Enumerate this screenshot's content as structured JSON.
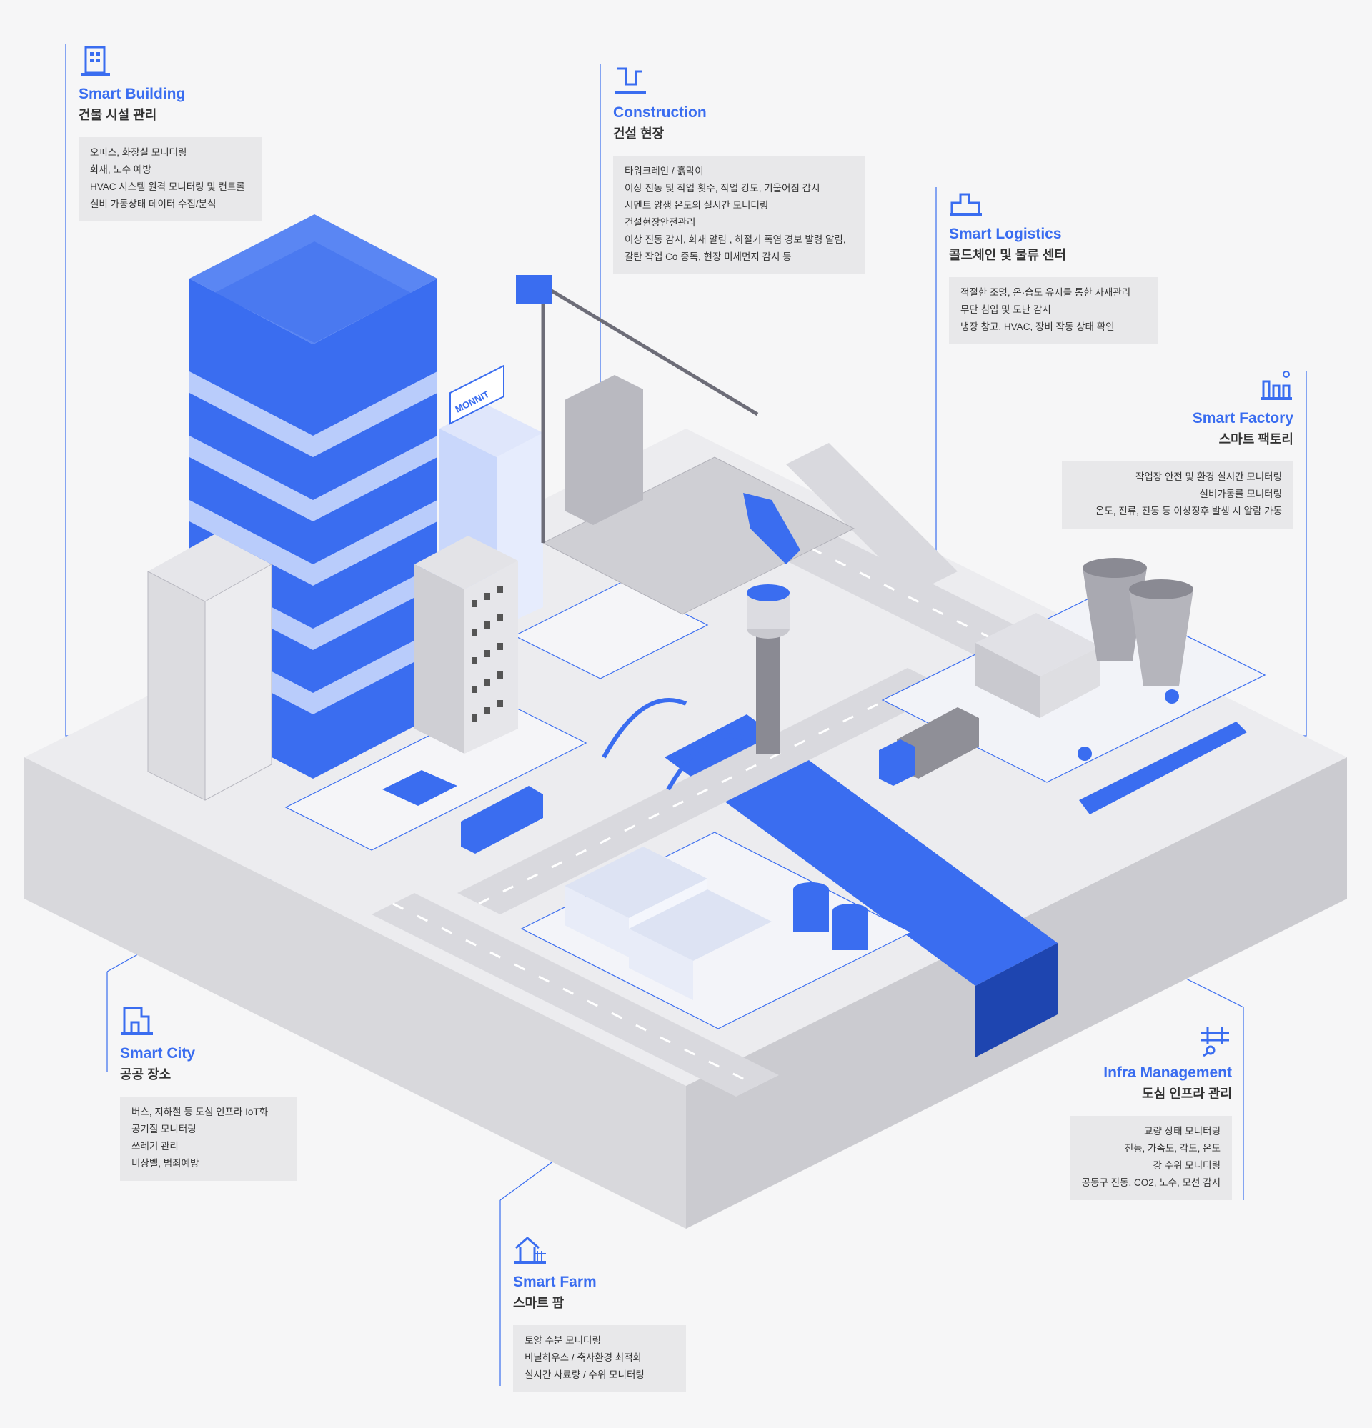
{
  "colors": {
    "accent": "#3a6df0",
    "accent_dark": "#1e45b0",
    "ground": "#e9e9ec",
    "road": "#d9d9dd",
    "panel": "#e8e8ea"
  },
  "billboard_text": "MONNIT",
  "callouts": {
    "smart_building": {
      "icon": "building-icon",
      "title": "Smart Building",
      "subtitle": "건물 시설 관리",
      "items": [
        "오피스, 화장실 모니터링",
        "화재, 노수 예방",
        "HVAC 시스템 원격 모니터링 및 컨트롤",
        "설비 가동상태 데이터 수집/분석"
      ]
    },
    "construction": {
      "icon": "crane-icon",
      "title": "Construction",
      "subtitle": "건설 현장",
      "items": [
        "타워크레인 / 흙막이",
        "이상 진동 및 작업 횟수, 작업 강도, 기울어짐 감시",
        "시멘트 양생 온도의 실시간 모니터링",
        "건설현장안전관리",
        "이상 진동 감시, 화재 알림 , 하절기 폭염 경보 발령 알림,",
        "갈탄 작업 Co 중독, 현장 미세먼지 감시 등"
      ]
    },
    "smart_logistics": {
      "icon": "warehouse-icon",
      "title": "Smart Logistics",
      "subtitle": "콜드체인 및 물류 센터",
      "items": [
        "적절한 조명, 온·습도 유지를 통한 자재관리",
        "무단 침입 및 도난 감시",
        "냉장 창고, HVAC, 장비 작동 상태 확인"
      ]
    },
    "smart_factory": {
      "icon": "factory-icon",
      "title": "Smart Factory",
      "subtitle": "스마트 팩토리",
      "items": [
        "작업장 안전 및 환경 실시간 모니터링",
        "설비가동률 모니터링",
        "온도, 전류, 진동 등 이상징후 발생 시 알람 가동"
      ]
    },
    "smart_city": {
      "icon": "city-icon",
      "title": "Smart City",
      "subtitle": "공공 장소",
      "items": [
        "버스, 지하철 등 도심 인프라 IoT화",
        "공기질 모니터링",
        "쓰레기 관리",
        "비상벨, 범죄예방"
      ]
    },
    "infra_management": {
      "icon": "bridge-icon",
      "title": "Infra Management",
      "subtitle": "도심 인프라 관리",
      "items": [
        "교량 상태 모니터링",
        "진동, 가속도, 각도, 온도",
        "강 수위 모니터링",
        "공동구 진동, CO2, 노수, 모선 감시"
      ]
    },
    "smart_farm": {
      "icon": "farm-icon",
      "title": "Smart Farm",
      "subtitle": "스마트 팜",
      "items": [
        "토양 수분 모니터링",
        "비닐하우스 / 축사환경 최적화",
        "실시간 사료량 / 수위 모니터링"
      ]
    }
  }
}
